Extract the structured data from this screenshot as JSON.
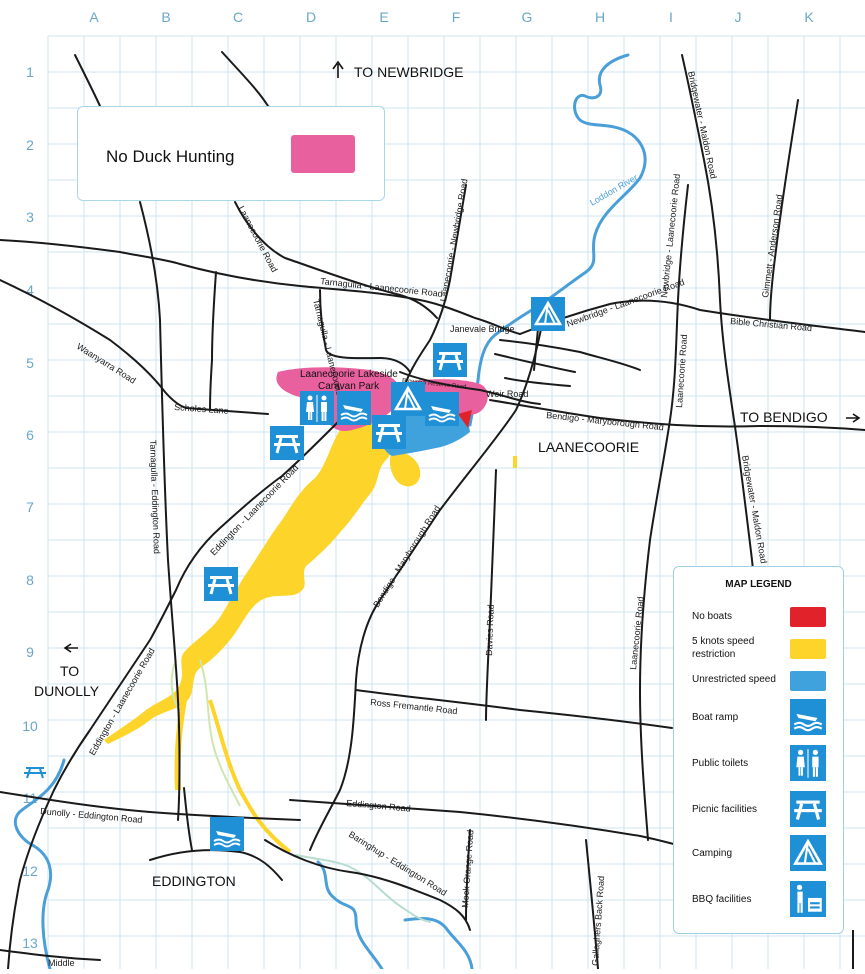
{
  "columns": [
    "A",
    "B",
    "C",
    "D",
    "E",
    "F",
    "G",
    "H",
    "I",
    "J",
    "K"
  ],
  "rows": [
    "1",
    "2",
    "3",
    "4",
    "5",
    "6",
    "7",
    "8",
    "9",
    "10",
    "11",
    "12",
    "13"
  ],
  "hunting_box": {
    "label": "No Duck Hunting",
    "color": "#e8609e"
  },
  "directions": {
    "newbridge": "TO NEWBRIDGE",
    "bendigo": "TO BENDIGO",
    "dunolly_1": "TO",
    "dunolly_2": "DUNOLLY"
  },
  "places": {
    "laanecoorie": "LAANECOORIE",
    "eddington": "EDDINGTON",
    "caravan_1": "Laanecoorie Lakeside",
    "caravan_2": "Caravan Park"
  },
  "roads": {
    "laanecoorie_road": "Laanecoorie Road",
    "laanecoorie_newbridge": "Laanecoorie - Newbridge Road",
    "bridgewater_maldon_top": "Bridgewater - Maldon Road",
    "newbridge_laanecoorie_v": "Newbridge - Laanecoorie Road",
    "gimmett_anderson": "Gimmett - Anderson Road",
    "tarnagulla_laanecoorie": "Tarnagulla - Laanecoorie Road",
    "tarnagulla_laanecoorie_v": "Tarnagulla - Laanecoorie Road",
    "janevale_bridge": "Janevale Bridge",
    "newbridge_laanecoorie_diag": "Newbridge - Laanecoorie Road",
    "bible_christian": "Bible Christian Road",
    "waanyarra": "Waanyarra Road",
    "scholes": "Scholes Lane",
    "brownbill": "Brownbill Reserve Road",
    "weir": "Weir Road",
    "bendigo_maryborough_e": "Bendigo - Maryborough Road",
    "laanecoorie_road_v": "Laanecoorie Road",
    "bridgewater_maldon_lower": "Bridgewater - Maldon Road",
    "tarnagulla_eddington": "Tarnagulla - Eddington Road",
    "eddington_laanecoorie_n": "Eddington - Laanecoorie Road",
    "bendigo_maryborough_sw": "Bendigo - Maryborough Road",
    "davies": "Davies Road",
    "laanecoorie_road_s": "Laanecoorie Road",
    "ross_fremantle": "Ross Fremantle Road",
    "eddington_laanecoorie_s": "Eddington - Laanecoorie Road",
    "dunolly_eddington": "Dunolly - Eddington Road",
    "eddington_road": "Eddington Road",
    "baringhup_eddington": "Baringhup - Eddington Road",
    "mock_orange": "Mock Orange Road",
    "gallaghers_back": "Gallaghers Back Road",
    "middle": "Middle"
  },
  "rivers": {
    "loddon": "Loddon River"
  },
  "legend": {
    "title": "MAP LEGEND",
    "items": [
      {
        "label": "No boats",
        "kind": "swatch",
        "color": "#e2222b"
      },
      {
        "label": "5 knots speed restriction",
        "kind": "swatch",
        "color": "#fcd42a"
      },
      {
        "label": "Unrestricted speed",
        "kind": "swatch",
        "color": "#3fa2dd"
      },
      {
        "label": "Boat ramp",
        "kind": "icon",
        "icon": "boat-ramp-icon"
      },
      {
        "label": "Public toilets",
        "kind": "icon",
        "icon": "toilets-icon"
      },
      {
        "label": "Picnic facilities",
        "kind": "icon",
        "icon": "picnic-icon"
      },
      {
        "label": "Camping",
        "kind": "icon",
        "icon": "camping-icon"
      },
      {
        "label": "BBQ facilities",
        "kind": "icon",
        "icon": "bbq-icon"
      }
    ]
  },
  "colors": {
    "grid": "#cde6f1",
    "road": "#1a1a1a",
    "river": "#4a9fd8",
    "five_knots": "#fcd42a",
    "unrestricted": "#3fa2dd",
    "no_boats": "#e2222b",
    "no_hunting": "#e8609e",
    "icon_bg": "#1f8fd6"
  }
}
